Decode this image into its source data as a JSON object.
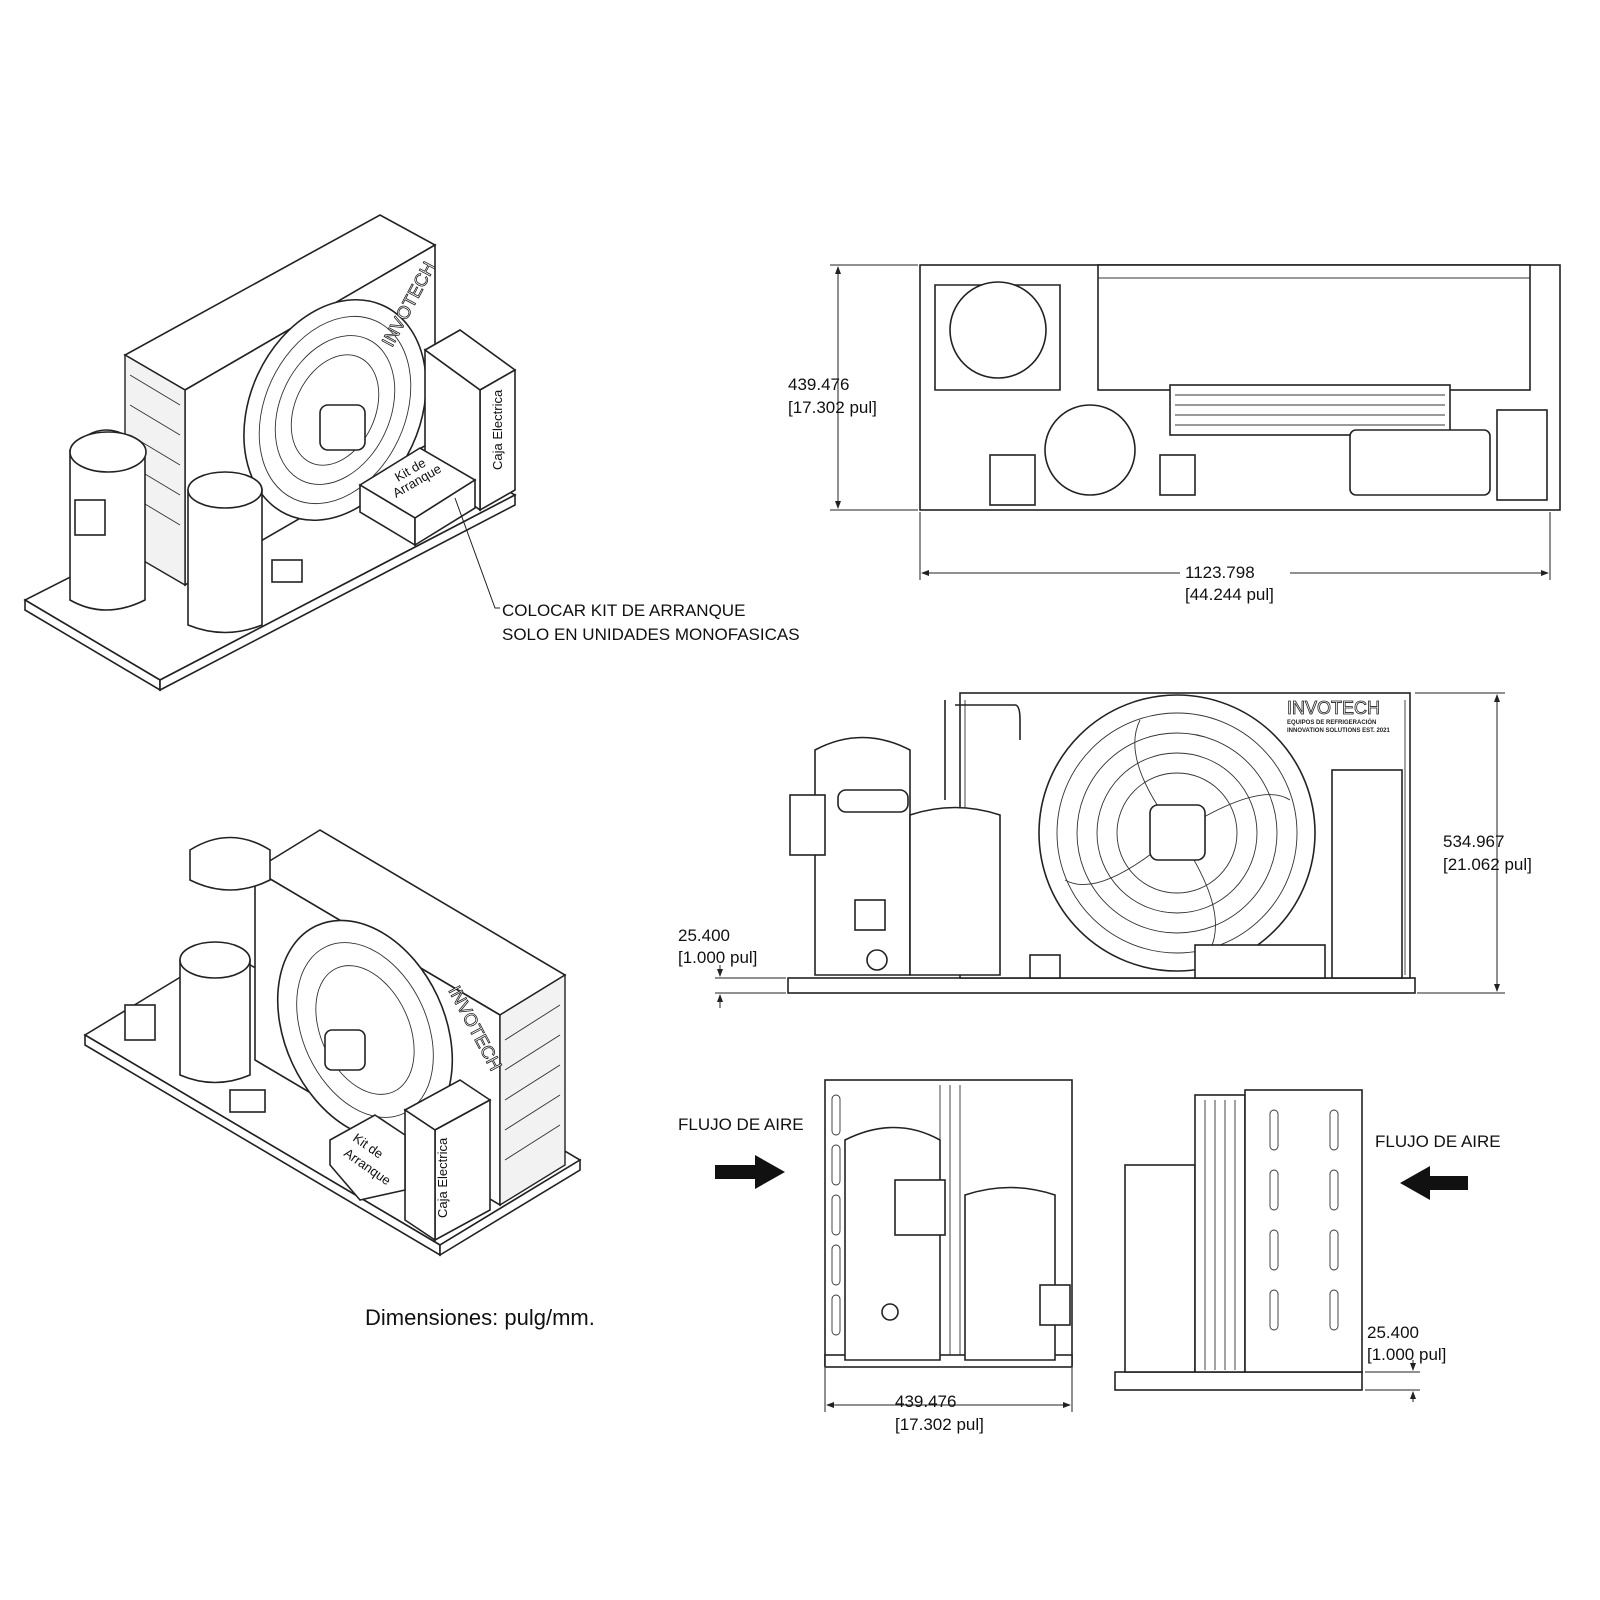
{
  "notes": {
    "units": "Dimensiones: pulg/mm.",
    "kit_note_line1": "COLOCAR KIT DE ARRANQUE",
    "kit_note_line2": "SOLO EN UNIDADES MONOFASICAS"
  },
  "labels": {
    "electrical_box": "Caja Electrica",
    "start_kit_line1": "Kit de",
    "start_kit_line2": "Arranque",
    "airflow_left": "FLUJO DE AIRE",
    "airflow_right": "FLUJO DE AIRE"
  },
  "logo": {
    "brand": "INVOTECH",
    "line1": "EQUIPOS DE REFRIGERACIÓN",
    "line2": "INNOVATION SOLUTIONS EST. 2021"
  },
  "dimensions": {
    "top_depth_mm": "439.476",
    "top_depth_in": "[17.302 pul]",
    "top_length_mm": "1123.798",
    "top_length_in": "[44.244 pul]",
    "front_height_mm": "534.967",
    "front_height_in": "[21.062 pul]",
    "front_base_mm": "25.400",
    "front_base_in": "[1.000 pul]",
    "side_depth_mm": "439.476",
    "side_depth_in": "[17.302 pul]",
    "side_base_mm": "25.400",
    "side_base_in": "[1.000 pul]"
  },
  "colors": {
    "line": "#222222",
    "background": "#ffffff"
  }
}
